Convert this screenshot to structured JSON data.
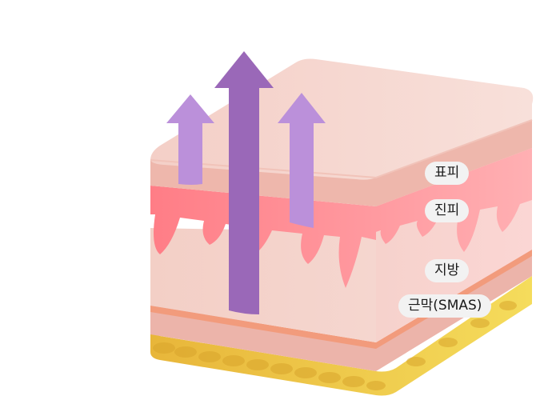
{
  "layers": [
    {
      "id": "epidermis",
      "label": "표피"
    },
    {
      "id": "dermis",
      "label": "진피"
    },
    {
      "id": "fat",
      "label": "지방"
    },
    {
      "id": "smas",
      "label": "근막(SMAS)"
    }
  ],
  "arrows": [
    {
      "id": "left",
      "icon": "arrow-up-icon"
    },
    {
      "id": "center",
      "icon": "arrow-up-icon"
    },
    {
      "id": "right",
      "icon": "arrow-up-icon"
    }
  ],
  "colors": {
    "epidermis_top": "#f6d8d1",
    "dermis": "#ff8a90",
    "fat_layer": "#f4c8c1",
    "smas_band": "#f0a080",
    "muscle": "#f0c040",
    "arrow_dark": "#9a68b8",
    "arrow_light": "#bb90da"
  }
}
